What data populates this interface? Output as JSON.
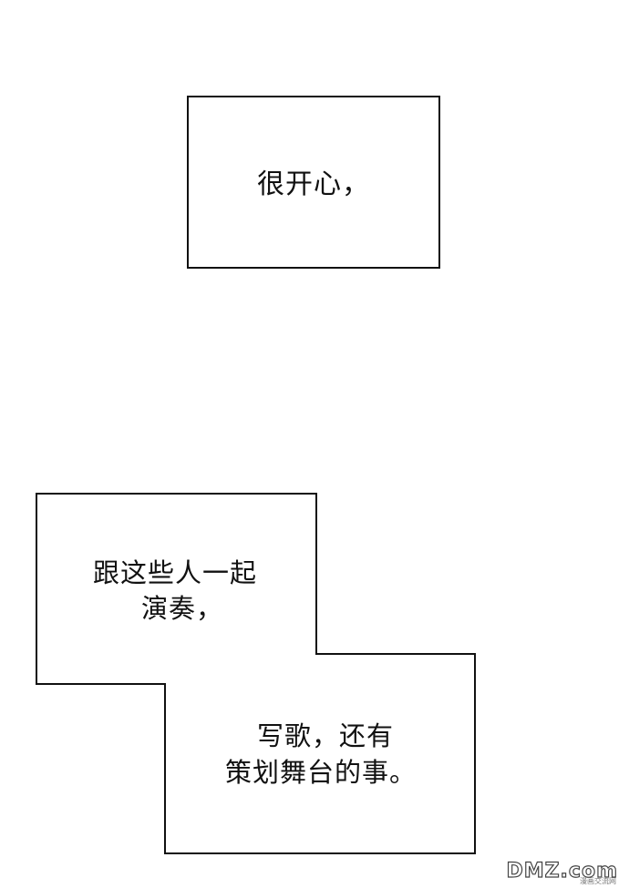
{
  "panel_top": {
    "text": "很开心，"
  },
  "panel_bottom": {
    "upper_lines": [
      "跟这些人一起",
      "演奏，"
    ],
    "lower_lines": [
      "写歌，还有",
      "策划舞台的事。"
    ]
  },
  "watermark": {
    "brand": "DMZ.com",
    "sub": "漫画交流网"
  }
}
